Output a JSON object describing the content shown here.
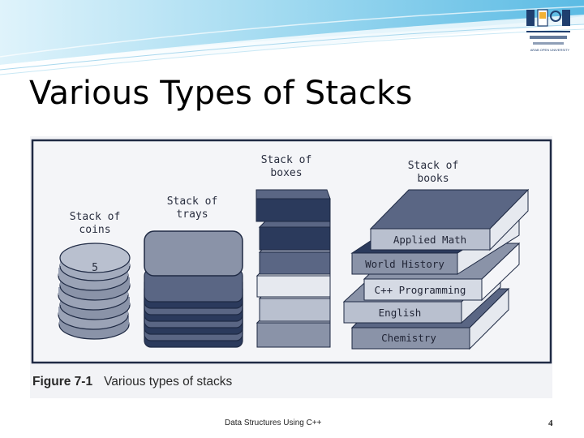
{
  "slide": {
    "title": "Various Types of Stacks",
    "footer": "Data Structures Using C++",
    "page_number": "4"
  },
  "logo": {
    "caption": "ARAB OPEN UNIVERSITY"
  },
  "figure": {
    "labels": {
      "coins": [
        "Stack of",
        "coins"
      ],
      "trays": [
        "Stack of",
        "trays"
      ],
      "boxes": [
        "Stack of",
        "boxes"
      ],
      "books": [
        "Stack of",
        "books"
      ]
    },
    "coin_top_value": "5",
    "books": [
      "Applied Math",
      "World History",
      "C++ Programming",
      "English",
      "Chemistry"
    ],
    "caption_number": "Figure 7-1",
    "caption_text": "Various types of stacks"
  },
  "colors": {
    "banner_blue": "#6cc3e6",
    "figure_border": "#1f2a44",
    "figure_bg": "#f2f3f6",
    "dark_navy": "#2b3a5c",
    "slate": "#8a93a8"
  }
}
